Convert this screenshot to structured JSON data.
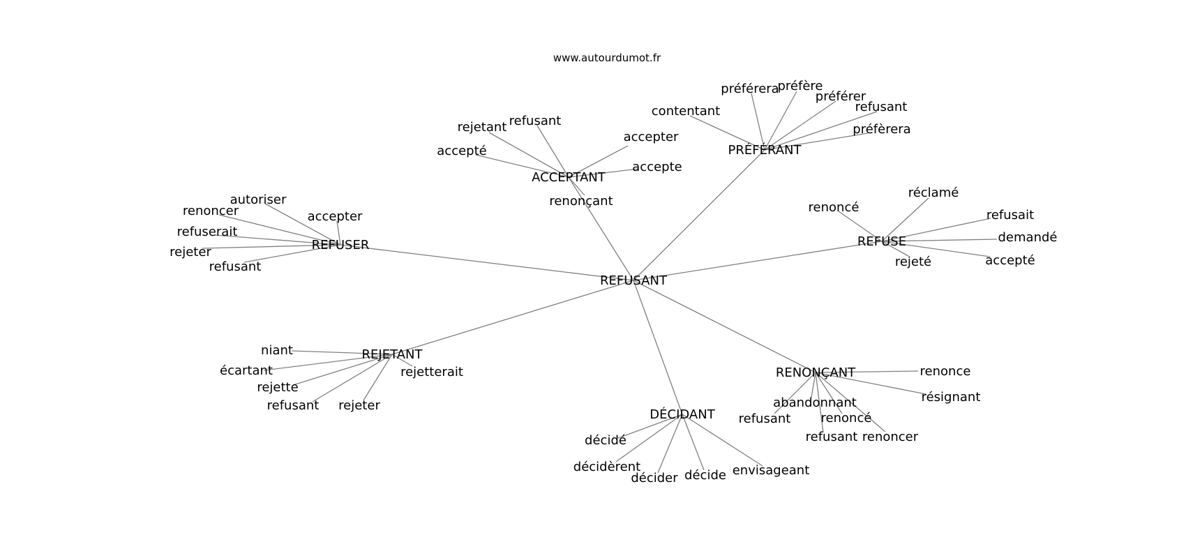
{
  "site": "www.autourdumot.fr",
  "center": "REFUSANT",
  "clusters": [
    {
      "hub": "ACCEPTANT",
      "leaves": [
        "rejetant",
        "refusant",
        "accepté",
        "accepter",
        "accepte",
        "renonçant"
      ]
    },
    {
      "hub": "PRÉFÉRANT",
      "leaves": [
        "préférera",
        "préfère",
        "préférer",
        "contentant",
        "refusant",
        "préfèrera"
      ]
    },
    {
      "hub": "REFUSER",
      "leaves": [
        "autoriser",
        "renoncer",
        "accepter",
        "refuserait",
        "rejeter",
        "refusant"
      ]
    },
    {
      "hub": "REFUSE",
      "leaves": [
        "réclamé",
        "renoncé",
        "refusait",
        "demandé",
        "rejeté",
        "accepté"
      ]
    },
    {
      "hub": "REJETANT",
      "leaves": [
        "niant",
        "écartant",
        "rejetterait",
        "rejette",
        "refusant",
        "rejeter"
      ]
    },
    {
      "hub": "RENONÇANT",
      "leaves": [
        "renonce",
        "résignant",
        "abandonnant",
        "refusant",
        "renoncé",
        "refusant",
        "renoncer"
      ]
    },
    {
      "hub": "DÉCIDANT",
      "leaves": [
        "décidé",
        "décidèrent",
        "décider",
        "décide",
        "envisageant"
      ]
    }
  ]
}
